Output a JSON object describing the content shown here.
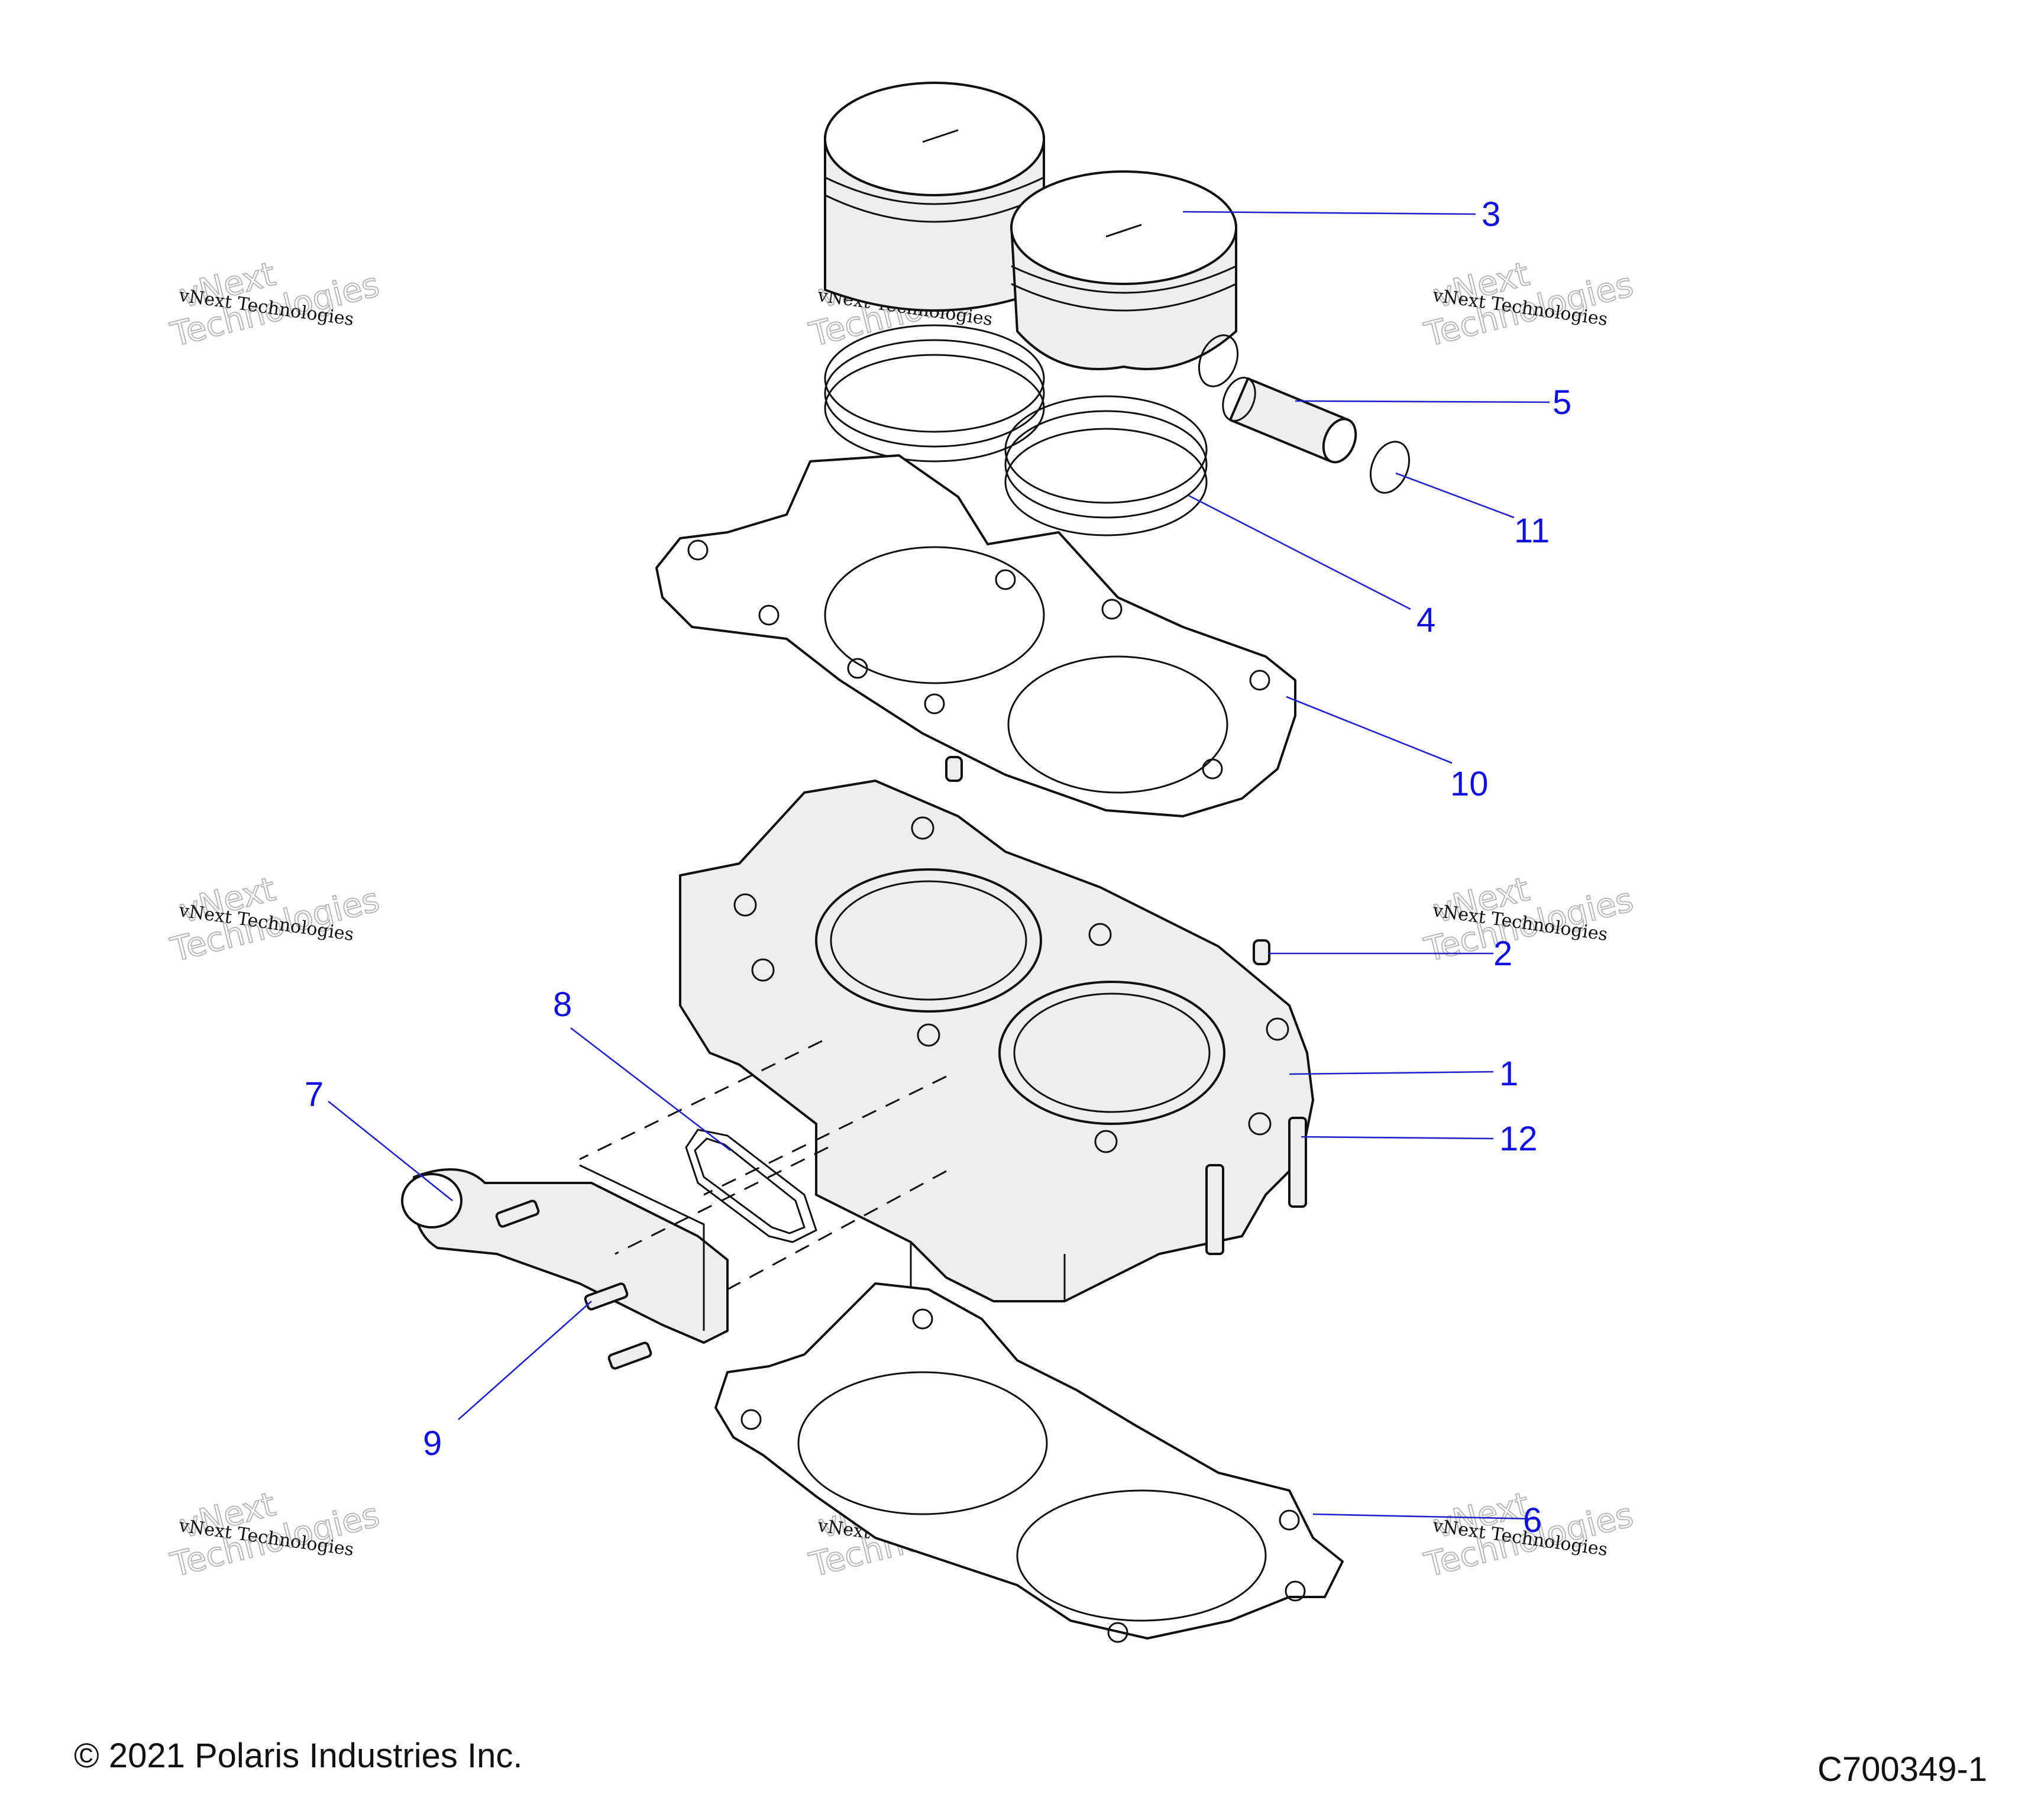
{
  "diagram": {
    "callouts": [
      {
        "label": "1"
      },
      {
        "label": "2"
      },
      {
        "label": "3"
      },
      {
        "label": "4"
      },
      {
        "label": "5"
      },
      {
        "label": "6"
      },
      {
        "label": "7"
      },
      {
        "label": "8"
      },
      {
        "label": "9"
      },
      {
        "label": "10"
      },
      {
        "label": "11"
      },
      {
        "label": "12"
      }
    ],
    "watermark": {
      "line1": "vNext Technologies",
      "line2": "vNext",
      "line3": "Technologies"
    }
  },
  "footer": {
    "copyright": "© 2021 Polaris Industries Inc.",
    "drawing_id": "C700349-1"
  },
  "colors": {
    "callout": "#1010e0",
    "leader": "#2222cc",
    "line_art": "#111111"
  }
}
